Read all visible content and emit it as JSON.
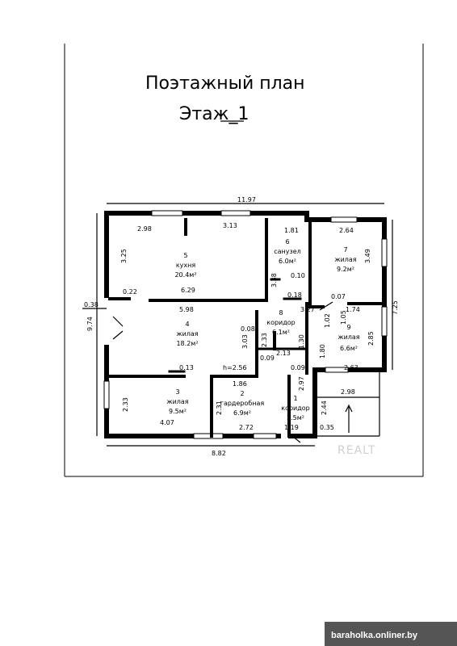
{
  "title": {
    "line1": "Поэтажный план",
    "line2": "Этаж_1"
  },
  "rooms": [
    {
      "num": "5",
      "name": "кухня",
      "area": "20.4м²"
    },
    {
      "num": "6",
      "name": "санузел",
      "area": "6.0м²"
    },
    {
      "num": "7",
      "name": "жилая",
      "area": "9.2м²"
    },
    {
      "num": "4",
      "name": "жилая",
      "area": "18.2м²"
    },
    {
      "num": "8",
      "name": "коридор",
      "area": "6.1м²"
    },
    {
      "num": "9",
      "name": "жилая",
      "area": "6.6м²"
    },
    {
      "num": "3",
      "name": "жилая",
      "area": "9.5м²"
    },
    {
      "num": "2",
      "name": "гардеробная",
      "area": "6.9м²"
    },
    {
      "num": "1",
      "name": "коридор",
      "area": "3.5м²"
    }
  ],
  "dimensions": {
    "overall_top": "11.97",
    "overall_bottom": "8.82",
    "left_height": "9.74",
    "right_height": "7.25",
    "d_298_top": "2.98",
    "d_313": "3.13",
    "d_181": "1.81",
    "d_264": "2.64",
    "d_325": "3.25",
    "d_338": "3.38",
    "d_349": "3.49",
    "d_629": "6.29",
    "d_010": "0.10",
    "d_022": "0.22",
    "d_038": "0.38",
    "d_018": "0.18",
    "d_007": "0.07",
    "d_598": "5.98",
    "d_327": "3.27",
    "d_174": "1.74",
    "d_102": "1.02",
    "d_105": "1.05",
    "d_008": "0.08",
    "d_303": "3.03",
    "d_233_mid": "2.33",
    "d_130": "1.30",
    "d_285": "2.85",
    "d_213": "2.13",
    "d_180": "1.80",
    "d_013": "0.13",
    "h_256": "h=2.56",
    "d_009a": "0.09",
    "d_009b": "0.09",
    "d_263": "2.63",
    "d_186": "1.86",
    "d_297": "2.97",
    "d_298_low": "2.98",
    "d_233_left": "2.33",
    "d_231": "2.31",
    "d_244": "2.44",
    "d_407": "4.07",
    "d_272": "2.72",
    "d_119": "1.19",
    "d_035": "0.35"
  },
  "watermark": "REALT",
  "footer": {
    "site": "baraholka.onliner.by"
  }
}
